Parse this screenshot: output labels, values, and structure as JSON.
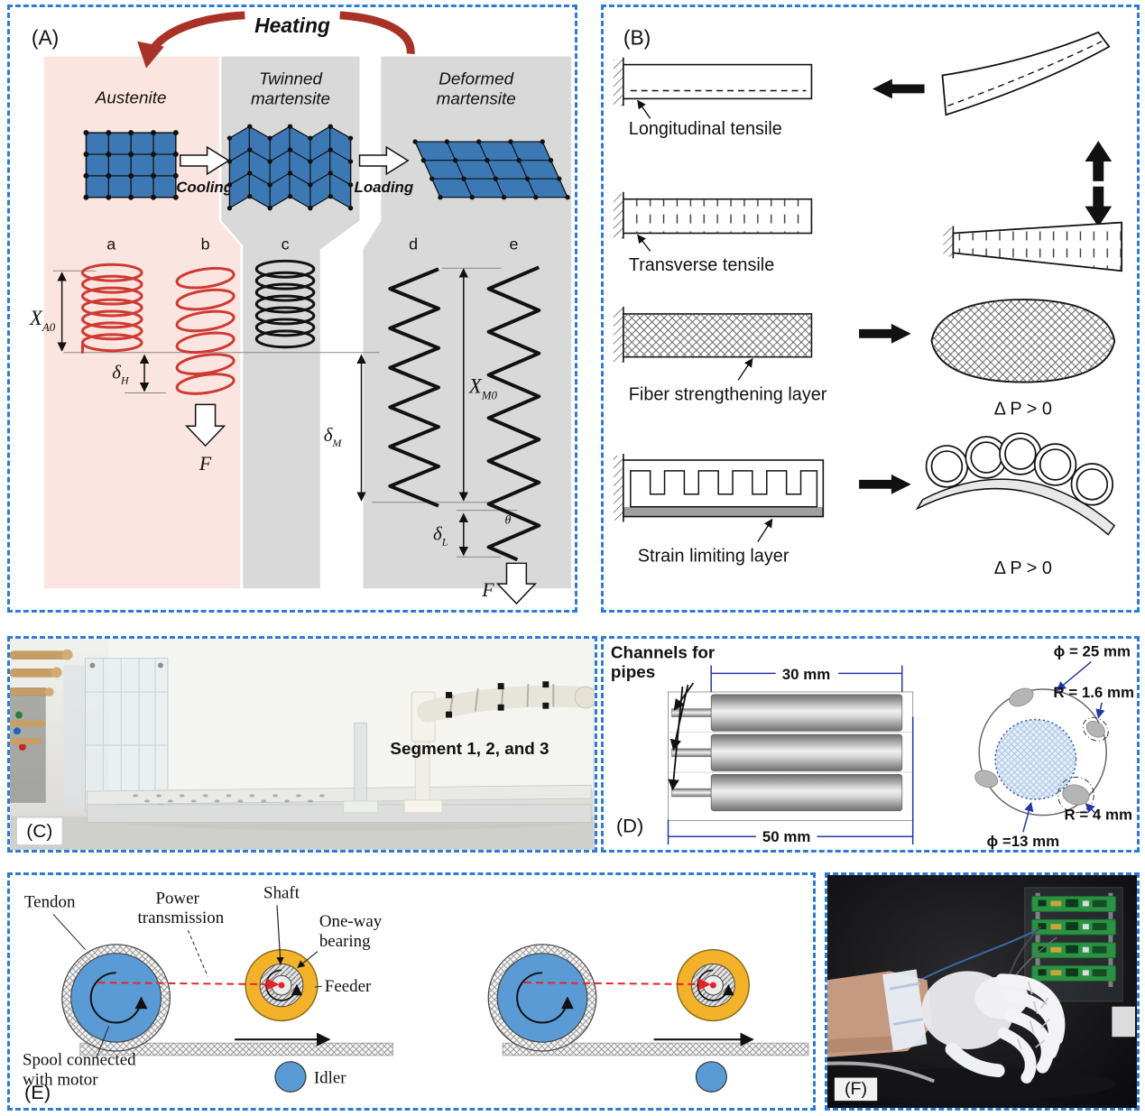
{
  "colors": {
    "panel_border_blue": "#2b7cd9",
    "lattice_blue": "#3c78b4",
    "heating_arrow_red": "#a93226",
    "spring_red": "#cf3a32",
    "austenite_bg_pink": "#fbe5e1",
    "martensite_bg_gray": "#d9d9d9",
    "spool_blue": "#5b9bd5",
    "feeder_yellow": "#f3b229",
    "dimension_blue": "#2238a8",
    "tendon_dash_red": "#e0262b"
  },
  "panel_a": {
    "tag": "(A)",
    "heating_label": "Heating",
    "phase_austenite": "Austenite",
    "phase_twinned_line1": "Twinned",
    "phase_twinned_line2": "martensite",
    "phase_deformed_line1": "Deformed",
    "phase_deformed_line2": "martensite",
    "cooling_label": "Cooling",
    "loading_label": "Loading",
    "spring_labels": [
      "a",
      "b",
      "c",
      "d",
      "e"
    ],
    "dim_xa0_main": "X",
    "dim_xa0_sub": "A0",
    "dim_dh_main": "δ",
    "dim_dh_sub": "H",
    "force_top_label": "F",
    "dim_dm_main": "δ",
    "dim_dm_sub": "M",
    "dim_xm0_main": "X",
    "dim_xm0_sub": "M0",
    "theta_label": "θ",
    "dim_dl_main": "δ",
    "dim_dl_sub": "L",
    "force_bottom_label": "F"
  },
  "panel_b": {
    "tag": "(B)",
    "row1_label": "Longitudinal tensile",
    "row2_label": "Transverse tensile",
    "row3_label": "Fiber strengthening layer",
    "row3_note": "Δ P > 0",
    "row4_label": "Strain limiting layer",
    "row4_note": "Δ P > 0"
  },
  "panel_c": {
    "tag": "(C)",
    "caption": "Segment 1, 2, and 3"
  },
  "panel_d": {
    "tag": "(D)",
    "channels_label_line1": "Channels for",
    "channels_label_line2": "pipes",
    "dim_top": "30 mm",
    "dim_bottom": "50 mm",
    "phi_outer": "ϕ = 25 mm",
    "r_small": "R = 1.6 mm",
    "r_large": "R = 4 mm",
    "phi_inner": "ϕ =13 mm"
  },
  "panel_e": {
    "tag": "(E)",
    "tendon": "Tendon",
    "power_line1": "Power",
    "power_line2": "transmission",
    "shaft": "Shaft",
    "bearing_line1": "One-way",
    "bearing_line2": "bearing",
    "feeder": "Feeder",
    "spool_line1": "Spool connected",
    "spool_line2": "with motor",
    "idler": "Idler"
  },
  "panel_f": {
    "tag": "(F)"
  }
}
